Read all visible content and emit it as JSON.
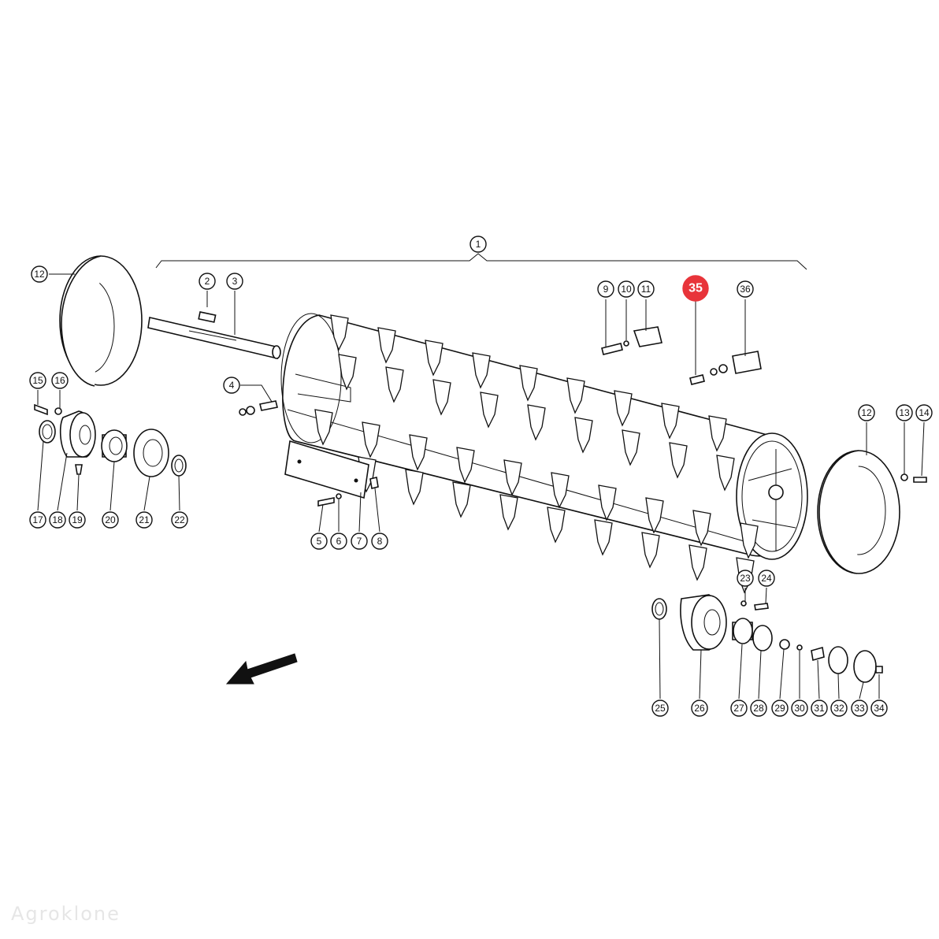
{
  "diagram": {
    "highlight_color": "#e8343a",
    "highlighted": "35",
    "callouts": [
      {
        "label": "1"
      },
      {
        "label": "2"
      },
      {
        "label": "3"
      },
      {
        "label": "4"
      },
      {
        "label": "5"
      },
      {
        "label": "6"
      },
      {
        "label": "7"
      },
      {
        "label": "8"
      },
      {
        "label": "9"
      },
      {
        "label": "10"
      },
      {
        "label": "11"
      },
      {
        "label": "12"
      },
      {
        "label": "12"
      },
      {
        "label": "13"
      },
      {
        "label": "14"
      },
      {
        "label": "15"
      },
      {
        "label": "16"
      },
      {
        "label": "17"
      },
      {
        "label": "18"
      },
      {
        "label": "19"
      },
      {
        "label": "20"
      },
      {
        "label": "21"
      },
      {
        "label": "22"
      },
      {
        "label": "23"
      },
      {
        "label": "24"
      },
      {
        "label": "25"
      },
      {
        "label": "26"
      },
      {
        "label": "27"
      },
      {
        "label": "28"
      },
      {
        "label": "29"
      },
      {
        "label": "30"
      },
      {
        "label": "31"
      },
      {
        "label": "32"
      },
      {
        "label": "33"
      },
      {
        "label": "34"
      },
      {
        "label": "35"
      },
      {
        "label": "36"
      }
    ]
  },
  "watermark": "Agroklone",
  "icons": {
    "direction": "direction-arrow-icon"
  }
}
